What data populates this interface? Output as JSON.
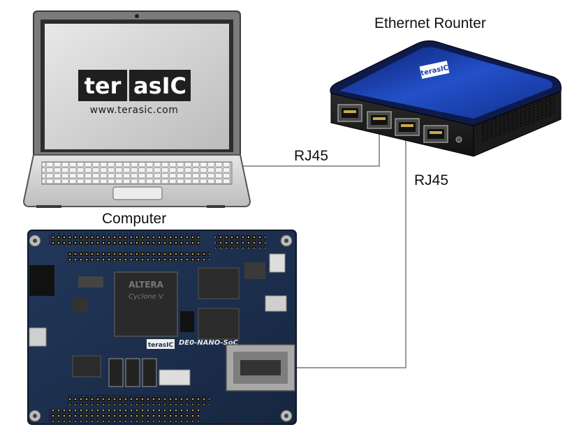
{
  "labels": {
    "router": "Ethernet Rounter",
    "computer": "Computer",
    "cable_computer": "RJ45",
    "cable_board": "RJ45"
  },
  "laptop_screen": {
    "logo_left": "ter",
    "logo_right": "asIC",
    "url": "www.terasic.com"
  },
  "router_device": {
    "brand": "terasIC",
    "port_count": 4
  },
  "board": {
    "silk_model": "DE0-NANO-SoC",
    "silk_brand": "terasIC",
    "chip_brand": "ALTERA",
    "chip_family": "Cyclone V"
  },
  "colors": {
    "router_blue": "#1d3fa8",
    "board_blue": "#1b2d49",
    "cable": "#9a9a9a",
    "laptop_body": "#d4d4d4"
  },
  "icons": {
    "laptop": "laptop-icon",
    "router": "router-icon",
    "board": "fpga-board-icon"
  }
}
